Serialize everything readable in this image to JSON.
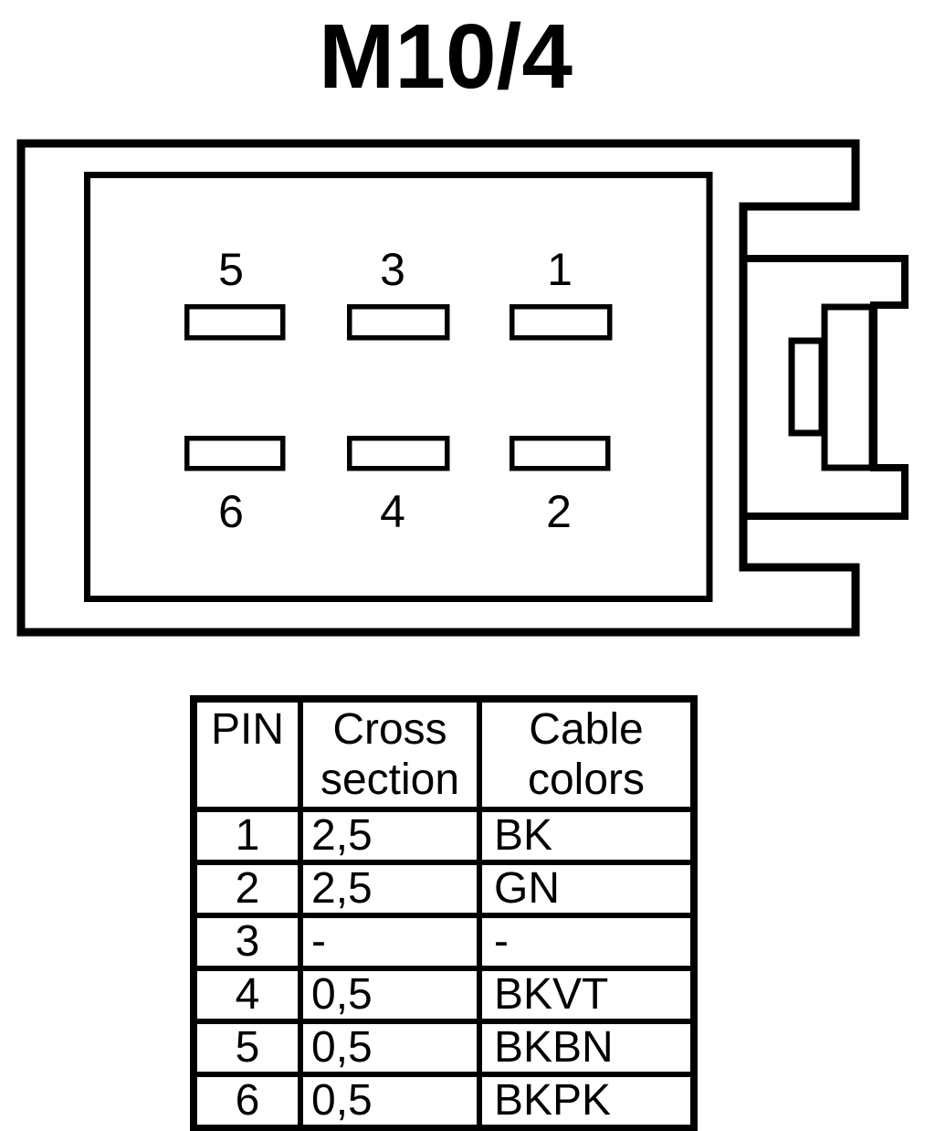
{
  "title": "M10/4",
  "colors": {
    "ink": "#000000",
    "background": "#ffffff"
  },
  "connector": {
    "pins": [
      {
        "label": "5"
      },
      {
        "label": "3"
      },
      {
        "label": "1"
      },
      {
        "label": "6"
      },
      {
        "label": "4"
      },
      {
        "label": "2"
      }
    ]
  },
  "table": {
    "headers": [
      "PIN",
      "Cross section",
      "Cable colors"
    ],
    "rows": [
      {
        "pin": "1",
        "cross_section": "2,5",
        "cable_colors": "BK"
      },
      {
        "pin": "2",
        "cross_section": "2,5",
        "cable_colors": "GN"
      },
      {
        "pin": "3",
        "cross_section": "-",
        "cable_colors": "-"
      },
      {
        "pin": "4",
        "cross_section": "0,5",
        "cable_colors": "BKVT"
      },
      {
        "pin": "5",
        "cross_section": "0,5",
        "cable_colors": "BKBN"
      },
      {
        "pin": "6",
        "cross_section": "0,5",
        "cable_colors": "BKPK"
      }
    ]
  }
}
